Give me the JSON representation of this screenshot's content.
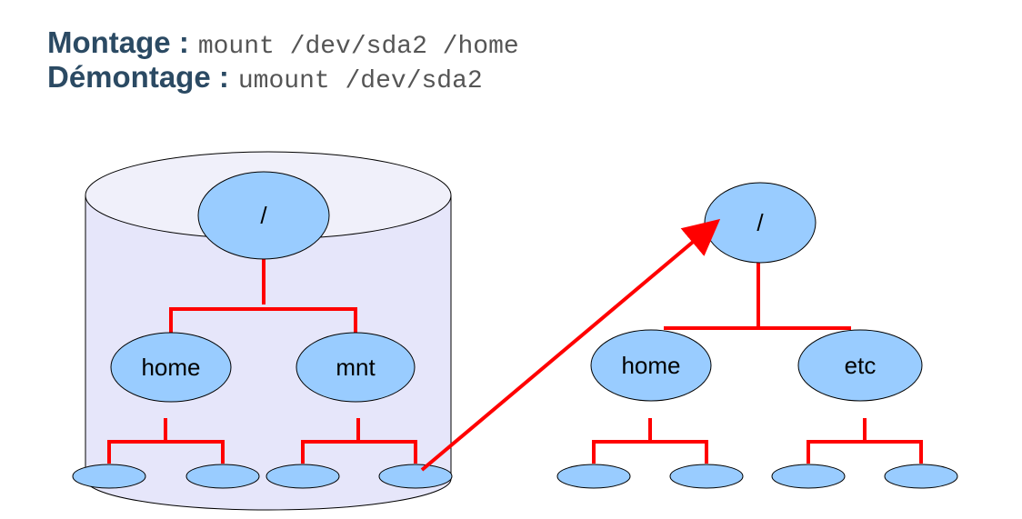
{
  "header": {
    "mount_label": "Montage :",
    "mount_cmd": "mount /dev/sda2 /home",
    "umount_label": "Démontage :",
    "umount_cmd": "umount /dev/sda2"
  },
  "left_tree": {
    "root": "/",
    "children": [
      "home",
      "mnt"
    ]
  },
  "right_tree": {
    "root": "/",
    "children": [
      "home",
      "etc"
    ]
  },
  "colors": {
    "heading": "#2b4a63",
    "command": "#555555",
    "node_fill": "#99ccff",
    "disk_fill": "#e6e6fa",
    "connector": "#ff0000"
  }
}
